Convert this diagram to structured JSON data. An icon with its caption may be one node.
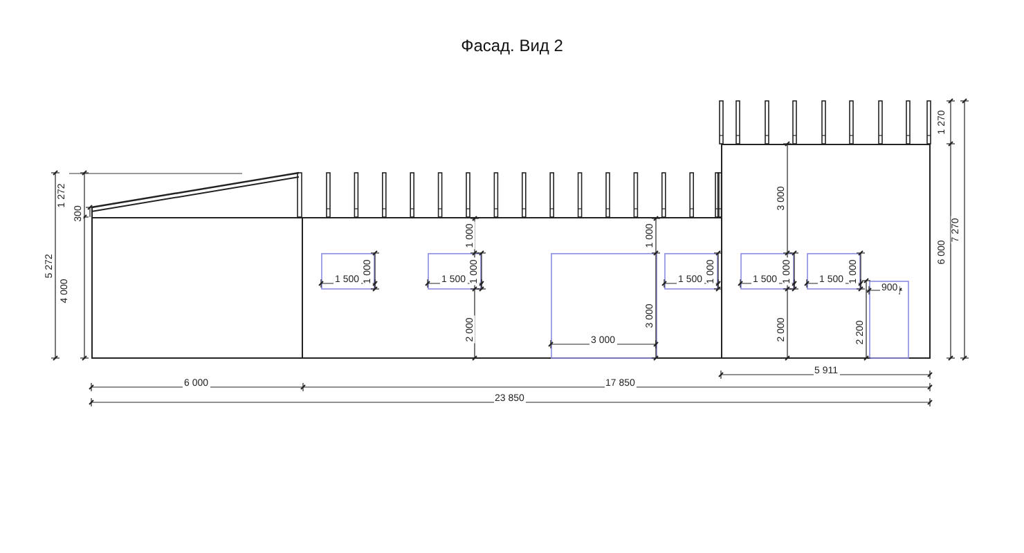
{
  "diagram": {
    "title": "Фасад. Вид 2",
    "labels": [
      "1 270",
      "1 272",
      "300",
      "3 000",
      "1 000",
      "1 000",
      "6 000",
      "7 270",
      "5 272",
      "1 000",
      "1 000",
      "1 000",
      "1 000",
      "1 000",
      "4 000",
      "1 500",
      "1 500",
      "1 500",
      "1 500",
      "1 500",
      "900",
      "3 000",
      "2 000",
      "2 000",
      "2 200",
      "3 000",
      "5 911",
      "6 000",
      "17 850",
      "23 850"
    ]
  }
}
